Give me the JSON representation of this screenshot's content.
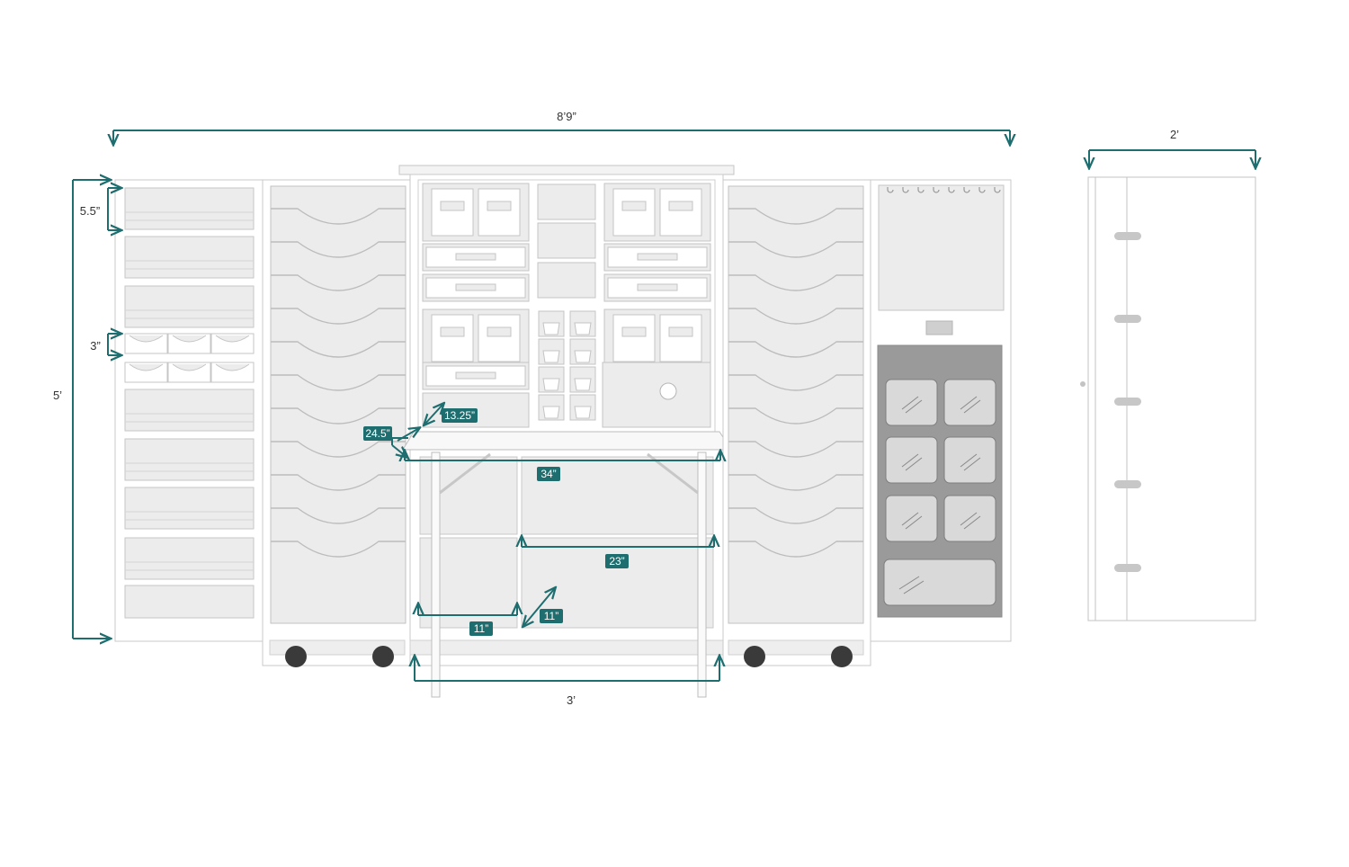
{
  "dimensions": {
    "total_width": "8’9”",
    "depth": "2’",
    "height": "5’",
    "shelf_gap": "5.5”",
    "pocket_height": "3”",
    "table_depth": "24.5”",
    "cubby_depth": "13.25”",
    "table_width": "34”",
    "shelf_width": "23”",
    "cubby_width": "11”",
    "cubby_diag": "11”",
    "base_width": "3’"
  },
  "colors": {
    "dimension": "#1e6e70",
    "outline": "#b9b9b9",
    "fill": "#ececec",
    "panel_dark": "#9a9a9a",
    "wheel": "#3a3a3a"
  }
}
